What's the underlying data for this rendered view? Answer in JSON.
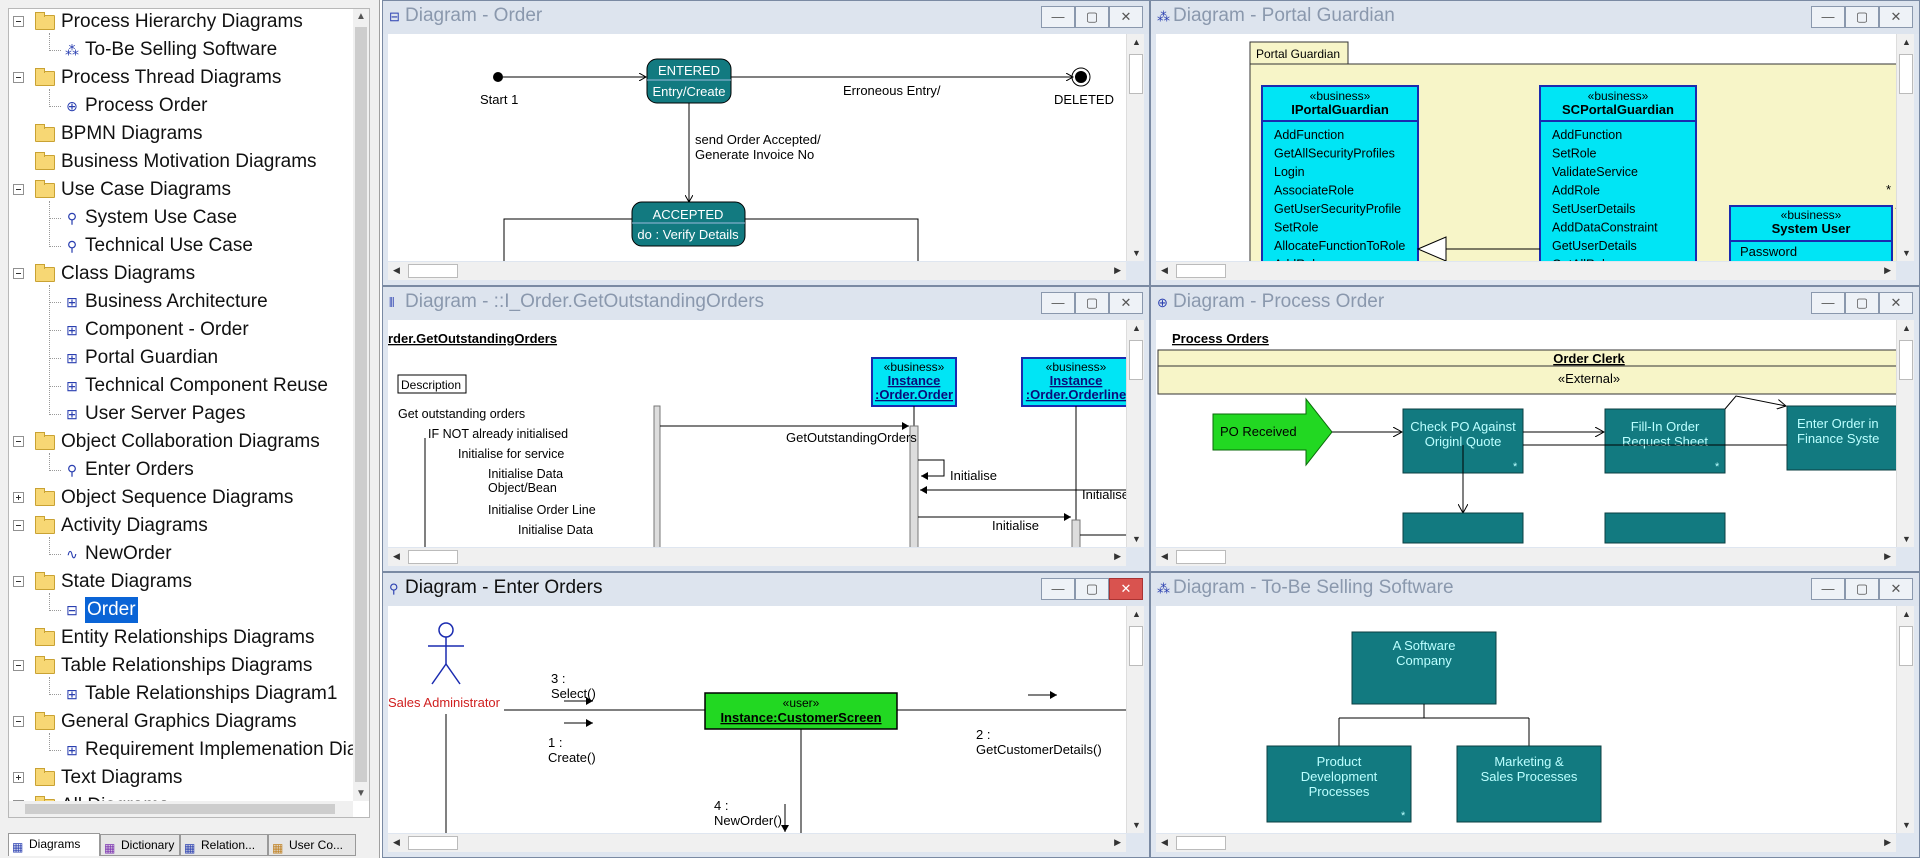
{
  "tree": {
    "items": [
      {
        "label": "Process Hierarchy Diagrams",
        "level": 0,
        "type": "folder",
        "expander": "minus"
      },
      {
        "label": "To-Be Selling Software",
        "level": 1,
        "type": "diagram",
        "icon": "hierarchy-icon"
      },
      {
        "label": "Process Thread Diagrams",
        "level": 0,
        "type": "folder",
        "expander": "minus"
      },
      {
        "label": "Process Order",
        "level": 1,
        "type": "diagram",
        "icon": "process-thread-icon"
      },
      {
        "label": "BPMN Diagrams",
        "level": 0,
        "type": "folder",
        "expander": "none"
      },
      {
        "label": "Business Motivation Diagrams",
        "level": 0,
        "type": "folder",
        "expander": "none"
      },
      {
        "label": "Use Case Diagrams",
        "level": 0,
        "type": "folder",
        "expander": "minus"
      },
      {
        "label": "System Use Case",
        "level": 1,
        "type": "diagram",
        "icon": "use-case-icon"
      },
      {
        "label": "Technical Use Case",
        "level": 1,
        "type": "diagram",
        "icon": "use-case-icon"
      },
      {
        "label": "Class Diagrams",
        "level": 0,
        "type": "folder",
        "expander": "minus"
      },
      {
        "label": "Business Architecture",
        "level": 1,
        "type": "diagram",
        "icon": "class-diagram-icon"
      },
      {
        "label": "Component - Order",
        "level": 1,
        "type": "diagram",
        "icon": "class-diagram-icon"
      },
      {
        "label": "Portal Guardian",
        "level": 1,
        "type": "diagram",
        "icon": "class-diagram-icon"
      },
      {
        "label": "Technical Component Reuse",
        "level": 1,
        "type": "diagram",
        "icon": "class-diagram-icon"
      },
      {
        "label": "User Server Pages",
        "level": 1,
        "type": "diagram",
        "icon": "class-diagram-icon"
      },
      {
        "label": "Object Collaboration Diagrams",
        "level": 0,
        "type": "folder",
        "expander": "minus"
      },
      {
        "label": "Enter Orders",
        "level": 1,
        "type": "diagram",
        "icon": "collaboration-icon"
      },
      {
        "label": "Object Sequence Diagrams",
        "level": 0,
        "type": "folder",
        "expander": "plus"
      },
      {
        "label": "Activity Diagrams",
        "level": 0,
        "type": "folder",
        "expander": "minus"
      },
      {
        "label": "NewOrder",
        "level": 1,
        "type": "diagram",
        "icon": "activity-icon"
      },
      {
        "label": "State Diagrams",
        "level": 0,
        "type": "folder",
        "expander": "minus"
      },
      {
        "label": "Order",
        "level": 1,
        "type": "diagram",
        "icon": "state-diagram-icon",
        "selected": true
      },
      {
        "label": "Entity Relationships Diagrams",
        "level": 0,
        "type": "folder",
        "expander": "none"
      },
      {
        "label": "Table Relationships Diagrams",
        "level": 0,
        "type": "folder",
        "expander": "minus"
      },
      {
        "label": "Table Relationships Diagram1",
        "level": 1,
        "type": "diagram",
        "icon": "table-diagram-icon"
      },
      {
        "label": "General Graphics Diagrams",
        "level": 0,
        "type": "folder",
        "expander": "minus"
      },
      {
        "label": "Requirement Implemenation Dia",
        "level": 1,
        "type": "diagram",
        "icon": "graphics-icon"
      },
      {
        "label": "Text Diagrams",
        "level": 0,
        "type": "folder",
        "expander": "plus"
      },
      {
        "label": "All Diagrams",
        "level": 0,
        "type": "folder",
        "expander": "plus"
      }
    ]
  },
  "bottom_tabs": [
    {
      "label": "Diagrams",
      "active": true,
      "icon": "diagrams-tab-icon"
    },
    {
      "label": "Dictionary",
      "active": false,
      "icon": "dictionary-tab-icon"
    },
    {
      "label": "Relation...",
      "active": false,
      "icon": "relation-tab-icon"
    },
    {
      "label": "User Co...",
      "active": false,
      "icon": "user-tab-icon"
    }
  ],
  "windows": {
    "order": {
      "title": "Diagram - Order",
      "active": false
    },
    "portal": {
      "title": "Diagram - Portal Guardian",
      "active": false
    },
    "getorders": {
      "title": "Diagram - ::I_Order.GetOutstandingOrders",
      "active": false
    },
    "processorder": {
      "title": "Diagram - Process Order",
      "active": false
    },
    "enterorders": {
      "title": "Diagram - Enter Orders",
      "active": true
    },
    "tobe": {
      "title": "Diagram - To-Be Selling Software",
      "active": false
    }
  },
  "order_diagram": {
    "start": "Start 1",
    "entered": "ENTERED",
    "entered_action": "Entry/Create",
    "erroneous": "Erroneous Entry/",
    "deleted": "DELETED",
    "send1": "send Order Accepted/",
    "send2": "Generate Invoice No",
    "accepted": "ACCEPTED",
    "accepted_action": "do : Verify Details"
  },
  "portal_diagram": {
    "package": "Portal Guardian",
    "c1": {
      "stereo": "«business»",
      "name": "IPortalGuardian",
      "ops": [
        "AddFunction",
        "GetAllSecurityProfiles",
        "Login",
        "AssociateRole",
        "GetUserSecurityProfile",
        "SetRole",
        "AllocateFunctionToRole",
        "AddRole"
      ]
    },
    "c2": {
      "stereo": "«business»",
      "name": "SCPortalGuardian",
      "ops": [
        "AddFunction",
        "SetRole",
        "ValidateService",
        "AddRole",
        "SetUserDetails",
        "AddDataConstraint",
        "GetUserDetails",
        "GetAllRoles"
      ]
    },
    "c3": {
      "stereo": "«business»",
      "name": "System User",
      "attr": "Password"
    },
    "mult": "*"
  },
  "seq_diagram": {
    "title": "rder.GetOutstandingOrders",
    "description": "Description",
    "lines": [
      "Get outstanding orders",
      "IF NOT already initialised",
      "Initialise for service",
      "Initialise Data",
      "Object/Bean",
      "Initialise Order Line",
      "Initialise Data"
    ],
    "obj1": {
      "stereo": "«business»",
      "name1": "Instance",
      "name2": ":Order.Order"
    },
    "obj2": {
      "stereo": "«business»",
      "name1": "Instance",
      "name2": ":Order.Orderline"
    },
    "msg1": "GetOutstandingOrders",
    "msg2": "Initialise",
    "msg3": "Initialise",
    "msg4": "Initialise"
  },
  "process_diagram": {
    "title": "Process Orders",
    "lane": "Order Clerk",
    "lane_sub": "«External»",
    "event": "PO Received",
    "p1": [
      "Check PO Against",
      "Originl Quote"
    ],
    "p2": [
      "Fill-In Order",
      "Request Sheet"
    ],
    "p3": [
      "Enter Order in",
      "Finance Syste"
    ],
    "star": "*"
  },
  "collab_diagram": {
    "actor": "Sales Administrator",
    "obj": {
      "stereo": "«user»",
      "name": "Instance:CustomerScreen"
    },
    "m3": [
      "3 :",
      "Select()"
    ],
    "m1": [
      "1 :",
      "Create()"
    ],
    "m2": [
      "2 :",
      "GetCustomerDetails()"
    ],
    "m4": [
      "4 :",
      "NewOrder()"
    ]
  },
  "hier_diagram": {
    "root": [
      "A Software",
      "Company"
    ],
    "c1": [
      "Product",
      "Development",
      "Processes"
    ],
    "c2": [
      "Marketing &",
      "Sales Processes"
    ],
    "star": "*"
  },
  "colors": {
    "teal": "#127a80",
    "cyan": "#00e5f5",
    "green": "#22d822",
    "selection": "#0a64d6"
  }
}
